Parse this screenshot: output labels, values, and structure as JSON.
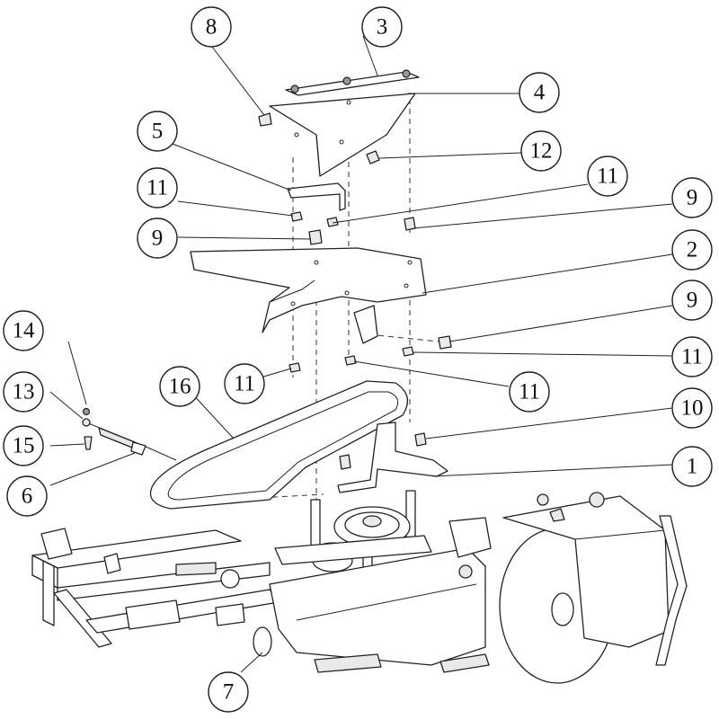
{
  "callouts": [
    {
      "id": "c1",
      "label": "1"
    },
    {
      "id": "c2",
      "label": "2"
    },
    {
      "id": "c3",
      "label": "3"
    },
    {
      "id": "c4",
      "label": "4"
    },
    {
      "id": "c5",
      "label": "5"
    },
    {
      "id": "c6",
      "label": "6"
    },
    {
      "id": "c7",
      "label": "7"
    },
    {
      "id": "c8",
      "label": "8"
    },
    {
      "id": "c9a",
      "label": "9"
    },
    {
      "id": "c9b",
      "label": "9"
    },
    {
      "id": "c9c",
      "label": "9"
    },
    {
      "id": "c10",
      "label": "10"
    },
    {
      "id": "c11a",
      "label": "11"
    },
    {
      "id": "c11b",
      "label": "11"
    },
    {
      "id": "c11c",
      "label": "11"
    },
    {
      "id": "c11d",
      "label": "11"
    },
    {
      "id": "c11e",
      "label": "11"
    },
    {
      "id": "c12",
      "label": "12"
    },
    {
      "id": "c13",
      "label": "13"
    },
    {
      "id": "c14",
      "label": "14"
    },
    {
      "id": "c15",
      "label": "15"
    },
    {
      "id": "c16",
      "label": "16"
    }
  ]
}
